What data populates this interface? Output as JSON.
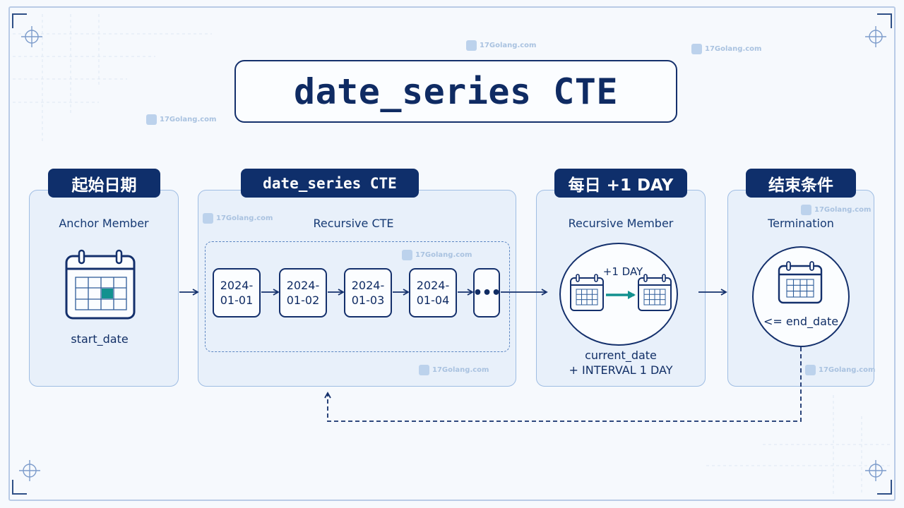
{
  "title": "date_series CTE",
  "watermark": "17Golang.com",
  "panels": {
    "anchor": {
      "tag": "起始日期",
      "title": "Anchor Member",
      "label": "start_date"
    },
    "recursive": {
      "tag": "date_series CTE",
      "title": "Recursive CTE",
      "dates": [
        "2024-\n01-01",
        "2024-\n01-02",
        "2024-\n01-03",
        "2024-\n01-04"
      ],
      "ellipsis": "•••"
    },
    "member": {
      "tag": "每日 +1 DAY",
      "title": "Recursive Member",
      "step_label": "+1 DAY",
      "expr_line1": "current_date",
      "expr_line2": "+ INTERVAL 1 DAY"
    },
    "termination": {
      "tag": "结束条件",
      "title": "Termination",
      "condition": "<= end_date"
    }
  },
  "colors": {
    "navy": "#0f2f6b",
    "panel_fill": "#e8f0fa",
    "panel_border": "#9fbde3",
    "accent_teal": "#13918f"
  }
}
